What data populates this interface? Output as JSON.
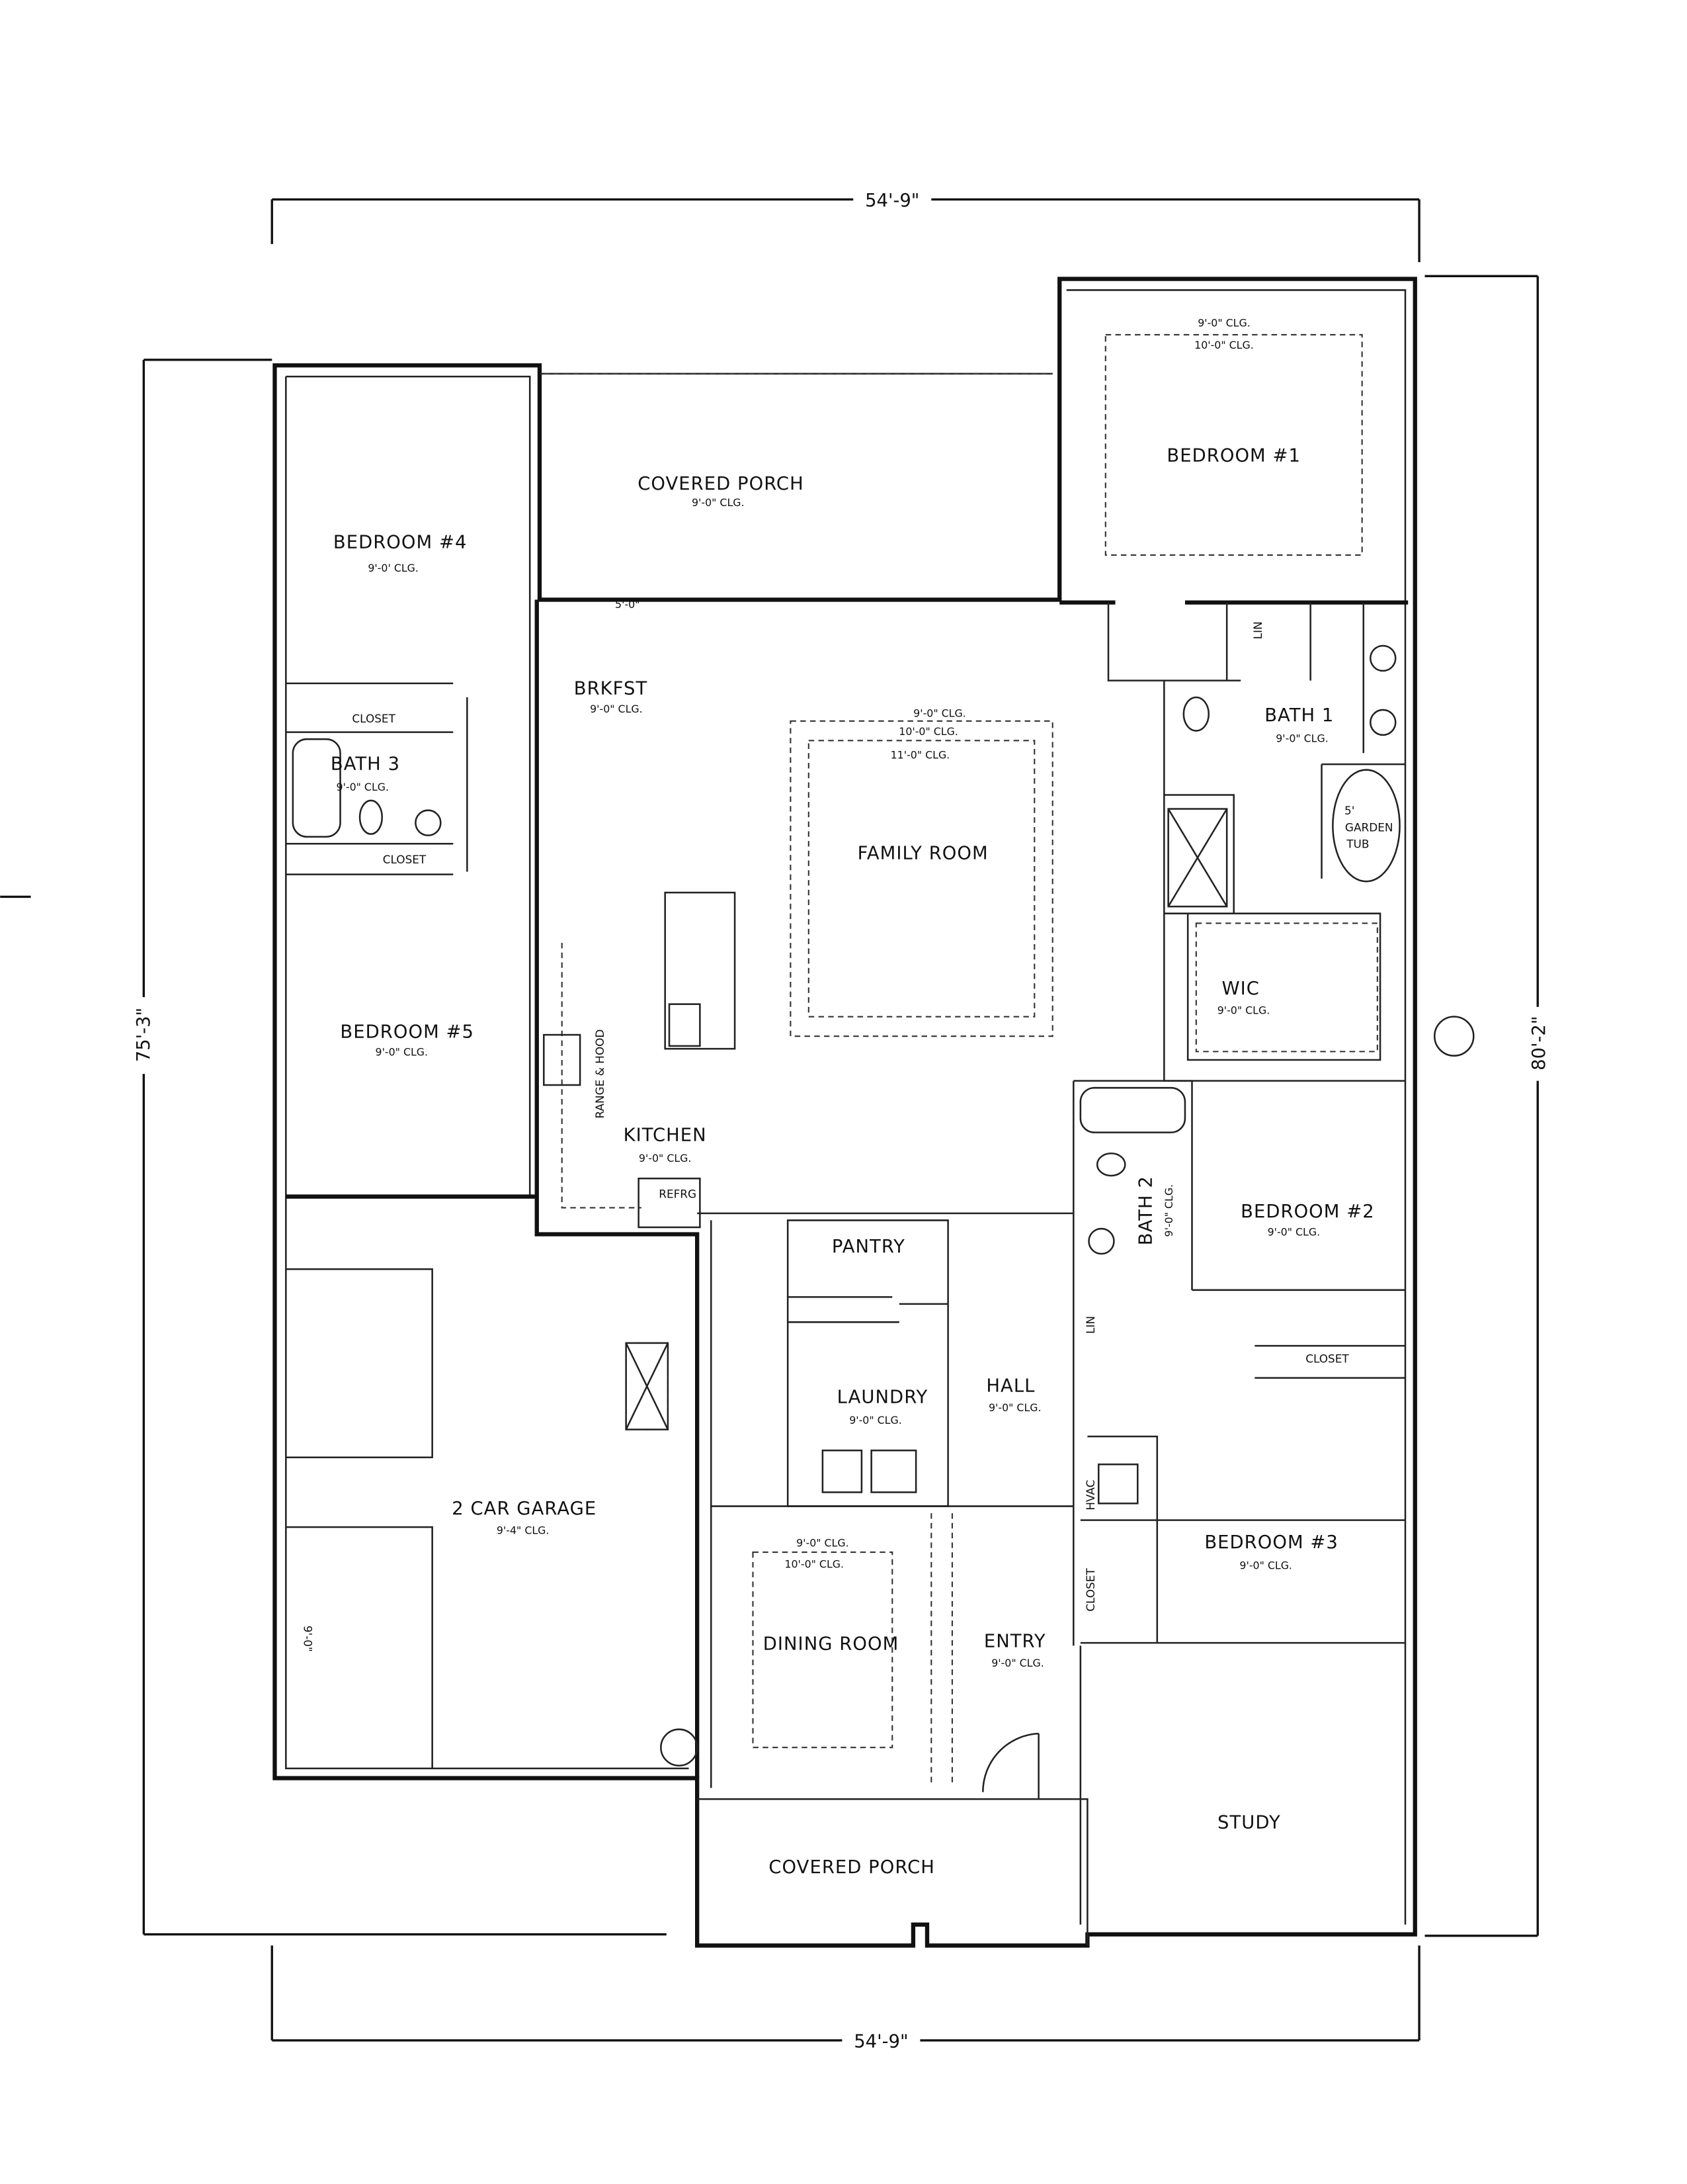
{
  "dimensions": {
    "top": "54'-9\"",
    "bottom": "54'-9\"",
    "left": "75'-3\"",
    "right": "80'-2\""
  },
  "rooms": {
    "bedroom1": {
      "name": "BEDROOM #1",
      "clg1": "9'-0\" CLG.",
      "clg2": "10'-0\" CLG."
    },
    "porch_rear": {
      "name": "COVERED PORCH",
      "clg": "9'-0\" CLG.",
      "door": "5'-0\""
    },
    "bedroom4": {
      "name": "BEDROOM #4",
      "clg": "9'-0' CLG."
    },
    "brkfst": {
      "name": "BRKFST",
      "clg": "9'-0\" CLG."
    },
    "family": {
      "name": "FAMILY ROOM",
      "clg1": "9'-0\" CLG.",
      "clg2": "10'-0\" CLG.",
      "clg3": "11'-0\" CLG."
    },
    "bath1": {
      "name": "BATH 1",
      "clg": "9'-0\" CLG.",
      "lin": "LIN",
      "tub": [
        "5'",
        "GARDEN",
        "TUB"
      ]
    },
    "bath3": {
      "name": "BATH 3",
      "clg": "9'-0\" CLG.",
      "closet_a": "CLOSET",
      "closet_b": "CLOSET"
    },
    "wic": {
      "name": "WIC",
      "clg": "9'-0\" CLG."
    },
    "bedroom5": {
      "name": "BEDROOM #5",
      "clg": "9'-0\" CLG."
    },
    "kitchen": {
      "name": "KITCHEN",
      "clg": "9'-0\" CLG.",
      "range": "RANGE & HOOD",
      "refrg": "REFRG"
    },
    "bath2": {
      "name": "BATH 2",
      "clg": "9'-0\" CLG.",
      "lin": "LIN"
    },
    "bedroom2": {
      "name": "BEDROOM #2",
      "clg": "9'-0\" CLG.",
      "closet": "CLOSET"
    },
    "pantry": {
      "name": "PANTRY"
    },
    "laundry": {
      "name": "LAUNDRY",
      "clg": "9'-0\" CLG."
    },
    "hall": {
      "name": "HALL",
      "clg": "9'-0\" CLG."
    },
    "garage": {
      "name": "2 CAR GARAGE",
      "clg": "9'-4\" CLG.",
      "door_h": "9'-0\""
    },
    "bedroom3": {
      "name": "BEDROOM #3",
      "clg": "9'-0\" CLG.",
      "hvac": "HVAC",
      "closet": "CLOSET"
    },
    "dining": {
      "name": "DINING ROOM",
      "clg1": "9'-0\" CLG.",
      "clg2": "10'-0\" CLG."
    },
    "entry": {
      "name": "ENTRY",
      "clg": "9'-0\" CLG."
    },
    "study": {
      "name": "STUDY"
    },
    "porch_front": {
      "name": "COVERED PORCH"
    }
  }
}
